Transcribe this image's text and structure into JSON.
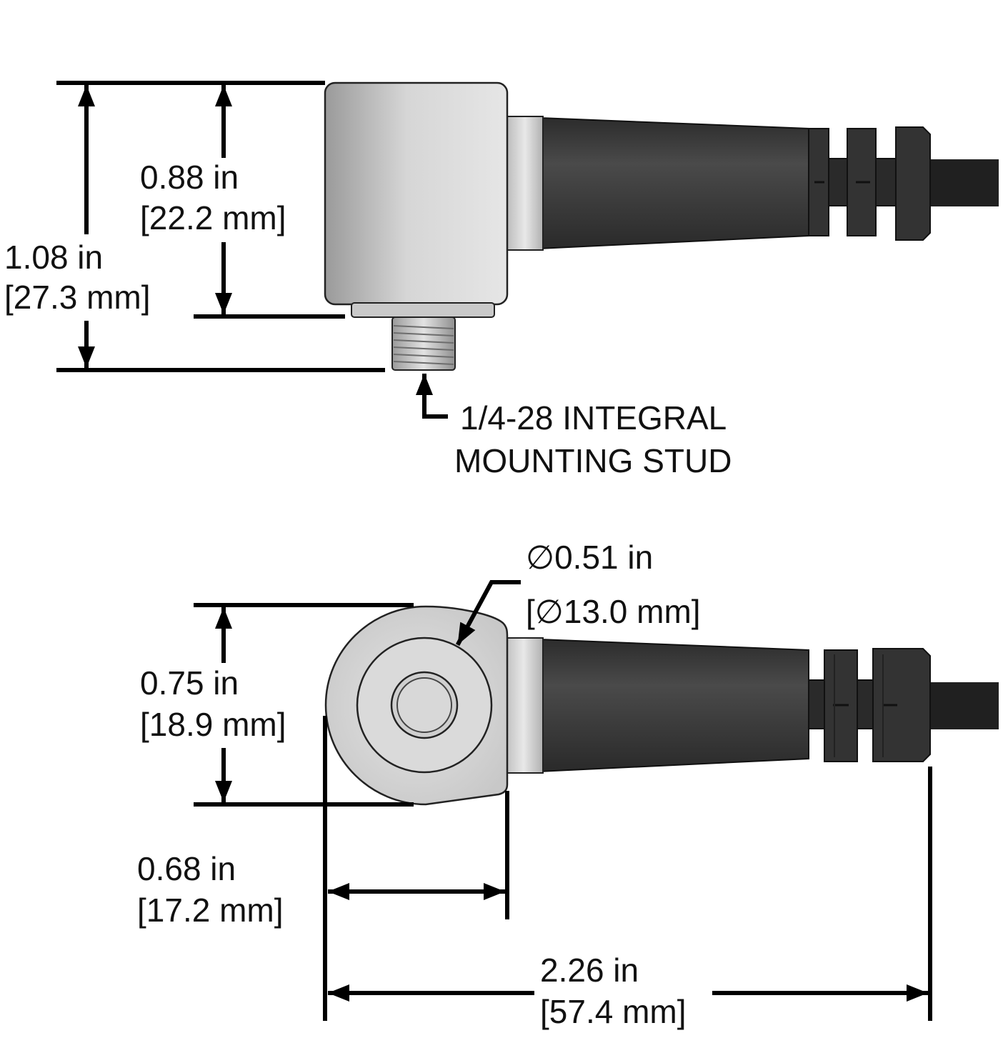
{
  "dimensions": {
    "overall_height": {
      "in": "1.08 in",
      "mm": "[27.3 mm]"
    },
    "body_height": {
      "in": "0.88 in",
      "mm": "[22.2 mm]"
    },
    "stud_label": {
      "line1": "1/4-28 INTEGRAL",
      "line2": "MOUNTING STUD"
    },
    "diameter": {
      "in": "0.51 in",
      "mm": "13.0 mm]",
      "mm_prefix": "["
    },
    "body_width": {
      "in": "0.75 in",
      "mm": "[18.9 mm]"
    },
    "body_depth": {
      "in": "0.68 in",
      "mm": "[17.2 mm]"
    },
    "overall_length": {
      "in": "2.26 in",
      "mm": "[57.4 mm]"
    }
  },
  "colors": {
    "metal_light": "#e6e6e6",
    "metal_dark": "#9a9a9a",
    "boot": "#3e3e3e",
    "cable": "#202020",
    "ink": "#000000"
  }
}
